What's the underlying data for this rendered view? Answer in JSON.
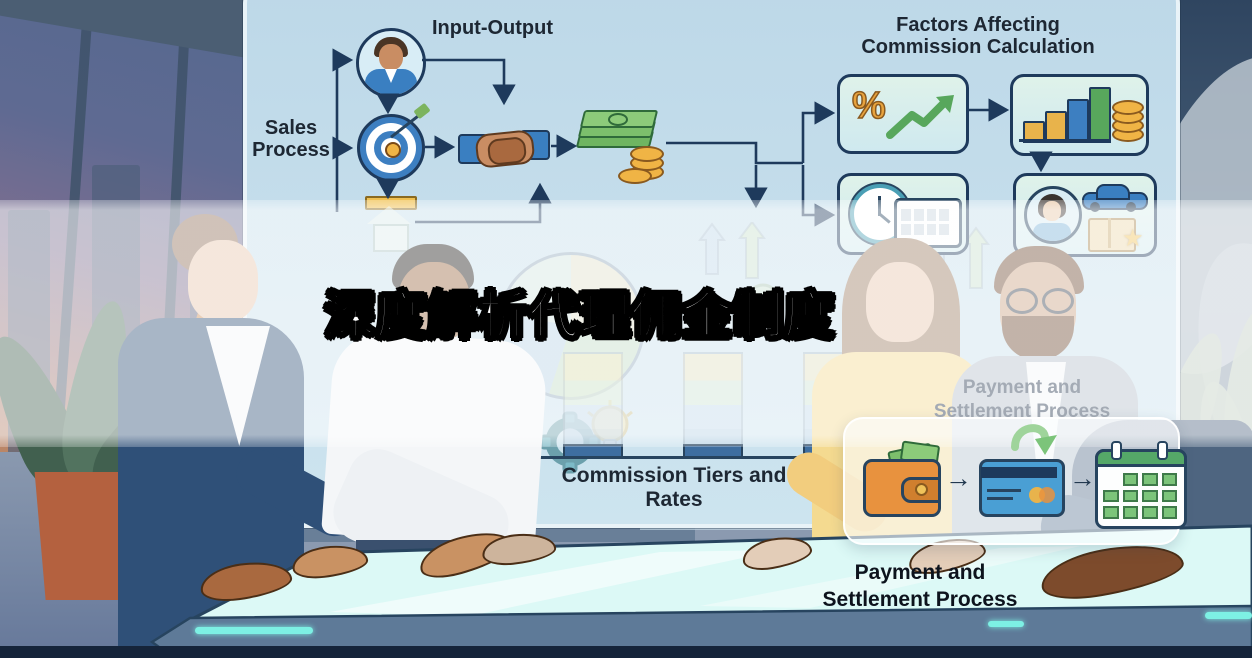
{
  "title": {
    "text": "深度解析代理佣金制度"
  },
  "sales_flow": {
    "heading": "Input-Output",
    "side_label": "Sales Process",
    "nodes": [
      {
        "id": "salesperson",
        "icon": "person-avatar-icon"
      },
      {
        "id": "sales-target",
        "icon": "target-arrow-icon"
      },
      {
        "id": "deal",
        "icon": "handshake-icon"
      },
      {
        "id": "commission-money",
        "icon": "cash-coins-icon"
      },
      {
        "id": "property",
        "icon": "house-icon"
      }
    ]
  },
  "factors": {
    "heading": "Factors Affecting Commission Calculation",
    "boxes": [
      {
        "id": "commission-rate",
        "icon": "percent-trend-icon",
        "glyph": "%"
      },
      {
        "id": "tiered-revenue",
        "icon": "bar-chart-coins-icon"
      },
      {
        "id": "timing",
        "icon": "clock-calendar-icon"
      },
      {
        "id": "agent-and-products",
        "icon": "person-car-package-icon"
      }
    ]
  },
  "tiers": {
    "label": "Commission Tiers and Rates"
  },
  "payment": {
    "faded_label": "Payment and Settlement Process",
    "caption_line1": "Payment and",
    "caption_line2": "Settlement Process",
    "steps": [
      {
        "id": "wallet",
        "icon": "wallet-icon"
      },
      {
        "id": "card-transfer",
        "icon": "credit-card-icon"
      },
      {
        "id": "settlement-date",
        "icon": "calendar-icon"
      }
    ]
  },
  "glyphs": {
    "arrow_right": "→",
    "star": "★",
    "sparkle": "✦",
    "dollar": "$"
  },
  "colors": {
    "panel_blue": "#c4dde9",
    "box_mint": "#d9efe7",
    "outline_navy": "#1e3a5c",
    "money_green": "#6fb561",
    "coin_gold": "#f0b445",
    "growth_green": "#58a75c",
    "bar_blue": "#3d7fc1",
    "wallet_orange": "#e8923e",
    "card_blue": "#4a9fd4",
    "calendar_green": "#55a868",
    "table_glow_cyan": "#7df0e4",
    "suit_navy": "#2f5078",
    "shirt_yellow": "#f4da90"
  }
}
